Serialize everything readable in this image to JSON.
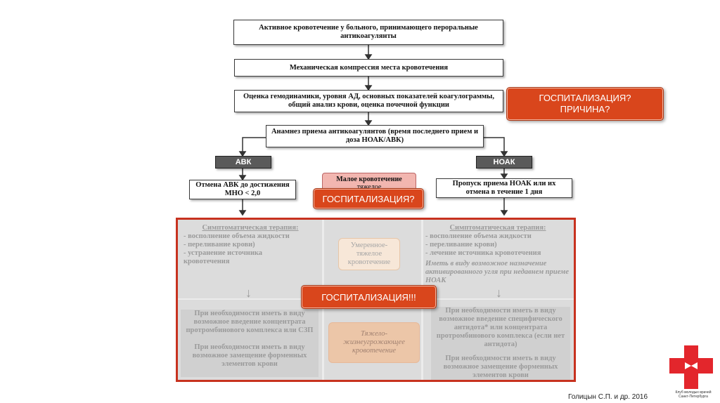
{
  "flow": {
    "step1": "Активное кровотечение  у больного, принимающего пероральные антикоагулянты",
    "step2": "Механическая компрессия места кровотечения",
    "step3": "Оценка гемодинамики, уровня АД, основных показателей коагулограммы, общий анализ крови, оценка почечной  функции",
    "step4": "Анамнез приема антикоагулянтов (время последнего прием и доза НОАК/АВК)",
    "branch_left": "АВК",
    "branch_right": "НОАК",
    "left_action": "Отмена АВК до достижения МНО < 2,0",
    "right_action": "Пропуск приема  НОАК  или их отмена в течение 1 дня",
    "small_bleed": "Малое кровотечение",
    "small_bleed_sub": "тяжелое"
  },
  "lower": {
    "left_title": "Симптоматическая терапия:",
    "left_items": [
      "- восполнение объема жидкости",
      "- переливание крови)",
      "- устранение  источника",
      "кровотечения"
    ],
    "mid_moderate": "Умеренное- тяжелое кровотечение",
    "right_title": "Симптоматическая терапия:",
    "right_items": [
      "- восполнение объема жидкости",
      "- переливание крови)",
      "- лечение  источника кровотечения"
    ],
    "right_note": "Иметь в виду возможное назначение активированного угля при недавнем приеме НОАК",
    "left_bottom1": "При необходимости иметь в виду возможное введение концентрата протромбинового комплекса или СЗП",
    "left_bottom2": "При необходимости иметь в виду возможное замещение форменных элементов крови",
    "mid_severe": "Тяжело- жизнеугрожающее кровотечение",
    "right_bottom1": "При необходимости иметь в виду возможное введение специфического антидота* или концентрата протромбинового комплекса (если нет антидота)",
    "right_bottom2": "При необходимости иметь в виду возможное замещение форменных элементов крови"
  },
  "callouts": {
    "hosp_reason_1": "ГОСПИТАЛИЗАЦИЯ?",
    "hosp_reason_2": "ПРИЧИНА?",
    "hosp_question": "ГОСПИТАЛИЗАЦИЯ?",
    "hosp_exclaim": "ГОСПИТАЛИЗАЦИЯ!!!"
  },
  "logo": {
    "line1": "Клуб молодых врачей",
    "line2": "Санкт-Петербурга"
  },
  "footer": {
    "citation": "Голицын С.П. и др. 2016"
  },
  "colors": {
    "accent": "#d9461c",
    "frame": "#c7321f",
    "logo": "#e3262c"
  }
}
